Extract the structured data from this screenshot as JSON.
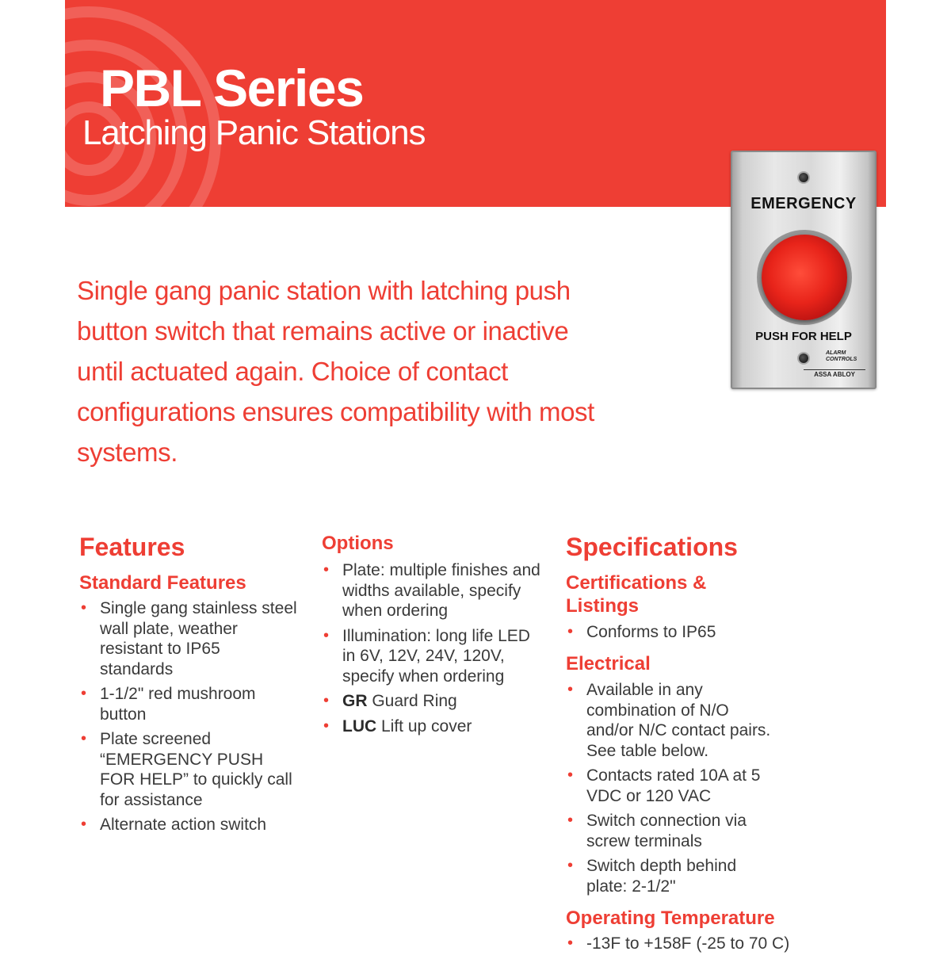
{
  "header": {
    "title": "PBL Series",
    "subtitle": "Latching Panic Stations",
    "accent_color": "#ee3e34"
  },
  "product_image": {
    "plate_top_text": "EMERGENCY",
    "plate_bottom_text": "PUSH FOR HELP",
    "brand_line1": "ALARM",
    "brand_line2": "CONTROLS",
    "brand_assa": "ASSA ABLOY",
    "button_color": "#e8241a"
  },
  "intro": "Single gang panic station with latching push button switch that remains active or inactive until actuated again. Choice of contact configurations ensures compatibility with most systems.",
  "features": {
    "heading": "Features",
    "standard_heading": "Standard Features",
    "standard_items": [
      "Single gang stainless steel wall plate, weather resistant to IP65 standards",
      "1-1/2\" red mushroom button",
      "Plate screened “EMERGENCY PUSH FOR HELP” to quickly call for assistance",
      "Alternate action switch"
    ]
  },
  "options": {
    "heading": "Options",
    "items": [
      {
        "code": "",
        "text": "Plate: multiple finishes and widths available, specify when ordering"
      },
      {
        "code": "",
        "text": "Illumination: long life LED in 6V, 12V, 24V, 120V, specify when ordering"
      },
      {
        "code": "GR",
        "text": " Guard Ring"
      },
      {
        "code": "LUC",
        "text": " Lift up cover"
      }
    ]
  },
  "specifications": {
    "heading": "Specifications",
    "cert_heading": "Certifications & Listings",
    "cert_items": [
      "Conforms to IP65"
    ],
    "electrical_heading": "Electrical",
    "electrical_items": [
      "Available in any combination of N/O and/or N/C contact pairs. See table below.",
      "Contacts rated 10A at 5 VDC or 120 VAC",
      "Switch connection via screw terminals",
      "Switch depth behind plate: 2-1/2\""
    ],
    "temp_heading": "Operating Temperature",
    "temp_items": [
      "-13F to +158F (-25 to 70 C)"
    ]
  }
}
